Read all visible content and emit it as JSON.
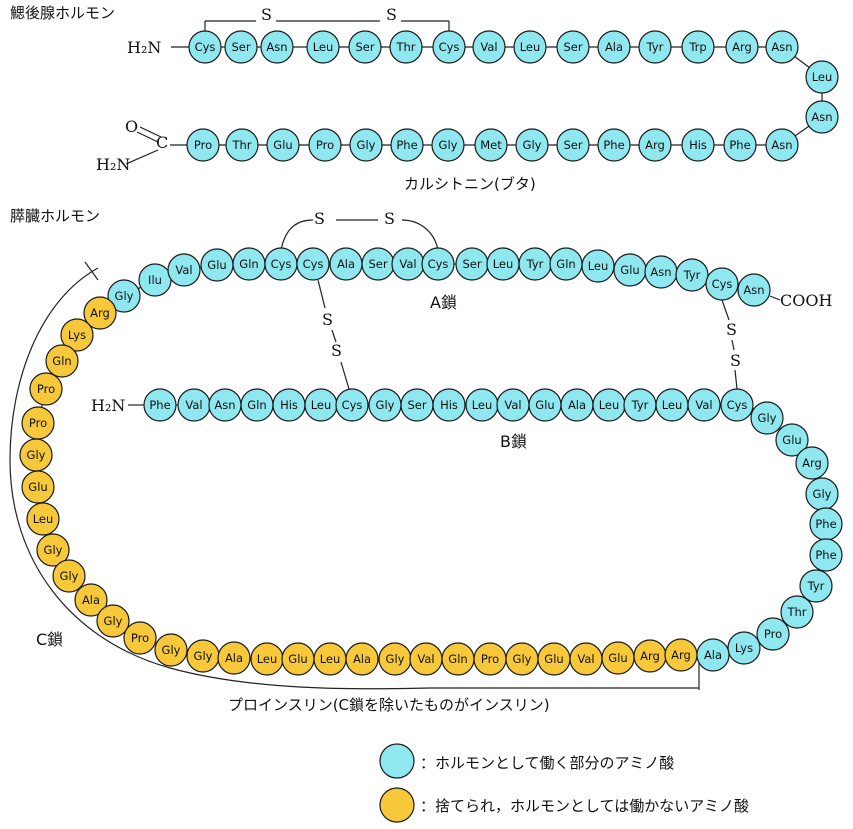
{
  "colors": {
    "hormone": "#8fe7f0",
    "discarded": "#f7c93a",
    "outline": "#1a1a1a"
  },
  "calcitonin": {
    "heading": "鰓後腺ホルモン",
    "n_label": "H₂N",
    "c_o": "O",
    "c_c": "C",
    "c_n": "H₂N",
    "s1": "S",
    "s2": "S",
    "caption": "カルシトニン(ブタ)",
    "top_row": [
      "Cys",
      "Ser",
      "Asn",
      "Leu",
      "Ser",
      "Thr",
      "Cys",
      "Val",
      "Leu",
      "Ser",
      "Ala",
      "Tyr",
      "Trp",
      "Arg",
      "Asn"
    ],
    "right_turn": [
      "Leu",
      "Asn"
    ],
    "bottom_row": [
      "Pro",
      "Thr",
      "Glu",
      "Pro",
      "Gly",
      "Phe",
      "Gly",
      "Met",
      "Gly",
      "Ser",
      "Phe",
      "Arg",
      "His",
      "Phe",
      "Asn"
    ]
  },
  "insulin": {
    "heading": "膵臓ホルモン",
    "a_chain_label": "A鎖",
    "b_chain_label": "B鎖",
    "c_chain_label": "C鎖",
    "cooh": "COOH",
    "b_n_label": "H₂N",
    "s_a1": "S",
    "s_a2": "S",
    "s_ab1_1": "S",
    "s_ab1_2": "S",
    "s_ab2_1": "S",
    "s_ab2_2": "S",
    "a_chain": [
      "Gly",
      "Ilu",
      "Val",
      "Glu",
      "Gln",
      "Cys",
      "Cys",
      "Ala",
      "Ser",
      "Val",
      "Cys",
      "Ser",
      "Leu",
      "Tyr",
      "Gln",
      "Leu",
      "Glu",
      "Asn",
      "Tyr",
      "Cys",
      "Asn"
    ],
    "b_chain": [
      "Phe",
      "Val",
      "Asn",
      "Gln",
      "His",
      "Leu",
      "Cys",
      "Gly",
      "Ser",
      "His",
      "Leu",
      "Val",
      "Glu",
      "Ala",
      "Leu",
      "Tyr",
      "Leu",
      "Val",
      "Cys"
    ],
    "b_right_column": [
      "Gly",
      "Glu",
      "Arg",
      "Gly",
      "Phe",
      "Phe",
      "Tyr",
      "Thr",
      "Pro",
      "Lys"
    ],
    "c_chain": [
      "Arg",
      "Lys",
      "Gln",
      "Pro",
      "Pro",
      "Gly",
      "Glu",
      "Leu",
      "Gly",
      "Gly",
      "Ala",
      "Gly",
      "Pro",
      "Gly",
      "Gly",
      "Ala",
      "Leu",
      "Glu",
      "Leu",
      "Ala",
      "Gly",
      "Val",
      "Gln",
      "Pro",
      "Gly",
      "Glu",
      "Val",
      "Glu",
      "Arg",
      "Arg"
    ],
    "junction": "Ala",
    "proinsulin_caption": "プロインスリン(C鎖を除いたものがインスリン)"
  },
  "legend": {
    "hormone_text": "：ホルモンとして働く部分のアミノ酸",
    "discarded_text": "：捨てられ，ホルモンとしては働かないアミノ酸"
  }
}
